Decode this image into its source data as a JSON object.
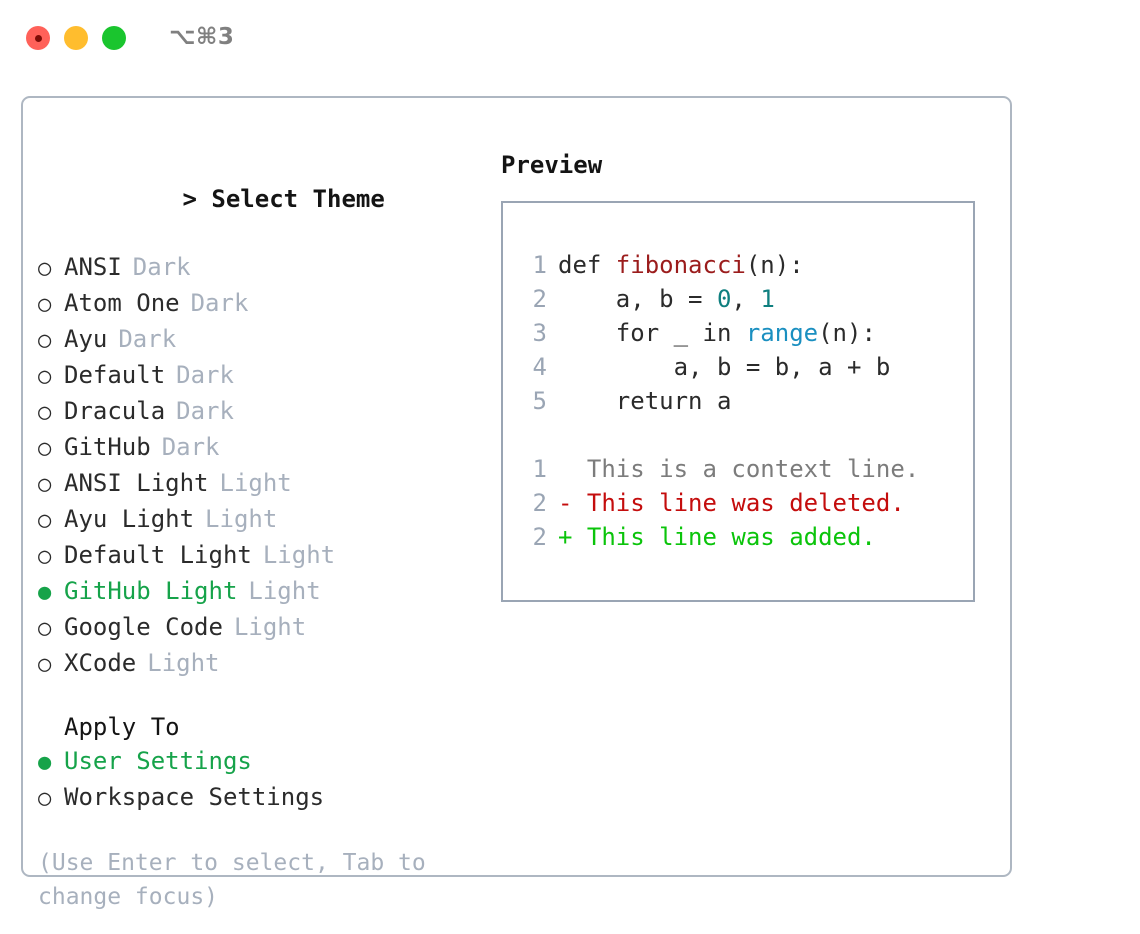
{
  "titlebar": {
    "shortcut": "⌥⌘3",
    "buttons": [
      {
        "name": "close",
        "color": "#ff6159"
      },
      {
        "name": "minimize",
        "color": "#ffbd2e"
      },
      {
        "name": "zoom",
        "color": "#1ac52e"
      }
    ]
  },
  "colors": {
    "accent_green": "#16a34a",
    "muted": "#a7b0bd",
    "border": "#aeb7c2",
    "preview_border": "#9aa5b4",
    "diff_add": "#0bc40b",
    "diff_del": "#c40d0d",
    "syntax_function": "#9b1c1c",
    "syntax_number": "#0f7f7f",
    "syntax_call": "#1a8fc0"
  },
  "theme_picker": {
    "title": "Select Theme",
    "title_prefix": "> ",
    "marker_selected": "●",
    "marker_unselected": "○",
    "items": [
      {
        "name": "ANSI",
        "tag": "Dark",
        "selected": false
      },
      {
        "name": "Atom One",
        "tag": "Dark",
        "selected": false
      },
      {
        "name": "Ayu",
        "tag": "Dark",
        "selected": false
      },
      {
        "name": "Default",
        "tag": "Dark",
        "selected": false
      },
      {
        "name": "Dracula",
        "tag": "Dark",
        "selected": false
      },
      {
        "name": "GitHub",
        "tag": "Dark",
        "selected": false
      },
      {
        "name": "ANSI Light",
        "tag": "Light",
        "selected": false
      },
      {
        "name": "Ayu Light",
        "tag": "Light",
        "selected": false
      },
      {
        "name": "Default Light",
        "tag": "Light",
        "selected": false
      },
      {
        "name": "GitHub Light",
        "tag": "Light",
        "selected": true
      },
      {
        "name": "Google Code",
        "tag": "Light",
        "selected": false
      },
      {
        "name": "XCode",
        "tag": "Light",
        "selected": false
      }
    ]
  },
  "apply_to": {
    "title": "Apply To",
    "items": [
      {
        "name": "User Settings",
        "selected": true
      },
      {
        "name": "Workspace Settings",
        "selected": false
      }
    ]
  },
  "hint": "(Use Enter to select, Tab to change focus)",
  "preview": {
    "title": "Preview",
    "code_lines": [
      {
        "number": "1",
        "tokens": [
          {
            "text": "def ",
            "type": "kw"
          },
          {
            "text": "fibonacci",
            "type": "fn"
          },
          {
            "text": "(n):",
            "type": "punct"
          }
        ]
      },
      {
        "number": "2",
        "tokens": [
          {
            "text": "    a, b = ",
            "type": "kw"
          },
          {
            "text": "0",
            "type": "num"
          },
          {
            "text": ", ",
            "type": "punct"
          },
          {
            "text": "1",
            "type": "num"
          }
        ]
      },
      {
        "number": "3",
        "tokens": [
          {
            "text": "    for _ in ",
            "type": "kw"
          },
          {
            "text": "range",
            "type": "call"
          },
          {
            "text": "(n):",
            "type": "punct"
          }
        ]
      },
      {
        "number": "4",
        "tokens": [
          {
            "text": "        a, b = b, a + b",
            "type": "kw"
          }
        ]
      },
      {
        "number": "5",
        "tokens": [
          {
            "text": "    return a",
            "type": "kw"
          }
        ]
      }
    ],
    "diff_lines": [
      {
        "number": "1",
        "kind": "context",
        "text": "  This is a context line."
      },
      {
        "number": "2",
        "kind": "del",
        "text": "- This line was deleted."
      },
      {
        "number": "2",
        "kind": "add",
        "text": "+ This line was added."
      }
    ]
  }
}
